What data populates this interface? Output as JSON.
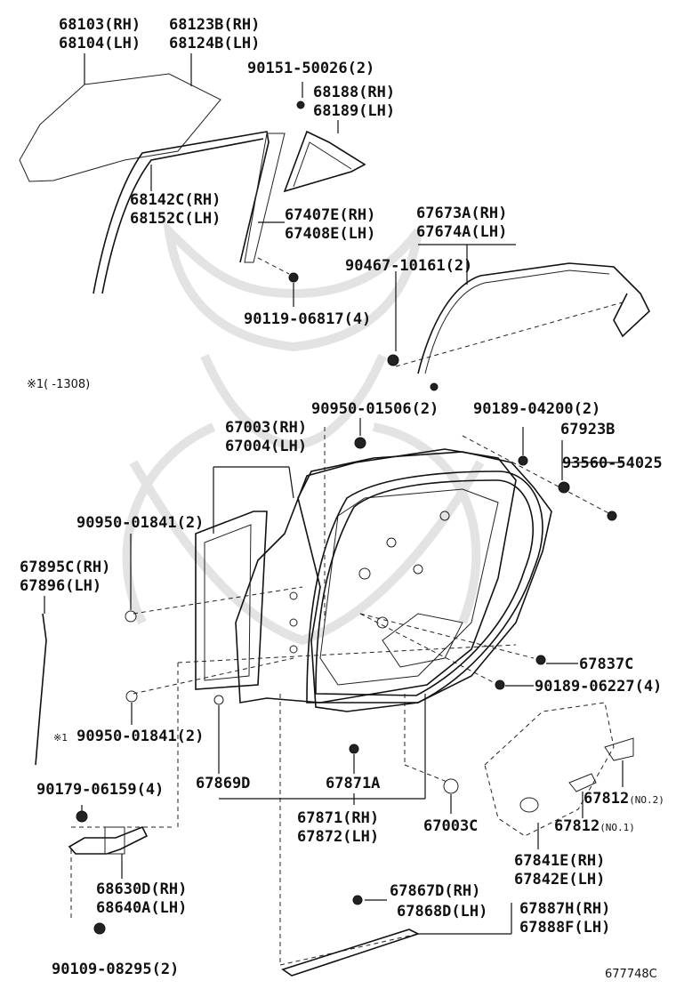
{
  "diagram_id": "677748C",
  "footnote": {
    "marker": "※1",
    "text": "(    -1308)"
  },
  "labels": {
    "glass_rh": "68103(RH)",
    "glass_lh": "68104(LH)",
    "qglass_rh": "68123B(RH)",
    "qglass_lh": "68124B(LH)",
    "screw_top": "90151-50026(2)",
    "run_rh": "68188(RH)",
    "run_lh": "68189(LH)",
    "frame_rh": "68142C(RH)",
    "frame_lh": "68152C(LH)",
    "ws_rh": "67407E(RH)",
    "ws_lh": "67408E(LH)",
    "molding_rh": "67673A(RH)",
    "molding_lh": "67674A(LH)",
    "clip_molding": "90467-10161(2)",
    "bolt_mid": "90119-06817(4)",
    "plug_top": "90950-01506(2)",
    "clip_top": "90189-04200(2)",
    "panel_rh": "67003(RH)",
    "panel_lh": "67004(LH)",
    "part_67923b": "67923B",
    "part_93560": "93560-54025",
    "plug_left": "90950-01841(2)",
    "check_rh": "67895C(RH)",
    "check_lh": "67896(LH)",
    "part_67837c": "67837C",
    "clip_right": "90189-06227(4)",
    "plug_left2_mark": "※1",
    "plug_left2": "90950-01841(2)",
    "bolt_hinge": "90179-06159(4)",
    "part_67869d": "67869D",
    "part_67871a": "67871A",
    "part_67812_no2": "67812",
    "no2": "(NO.2)",
    "part_67812_no1": "67812",
    "no1": "(NO.1)",
    "ws_main_rh": "67871(RH)",
    "ws_main_lh": "67872(LH)",
    "part_67003c": "67003C",
    "hinge_rh": "68630D(RH)",
    "hinge_lh": "68640A(LH)",
    "cover_rh": "67841E(RH)",
    "cover_lh": "67842E(LH)",
    "molding2_rh": "67867D(RH)",
    "molding2_lh": "67868D(LH)",
    "belt_rh": "67887H(RH)",
    "belt_lh": "67888F(LH)",
    "bolt_bottom": "90109-08295(2)"
  }
}
